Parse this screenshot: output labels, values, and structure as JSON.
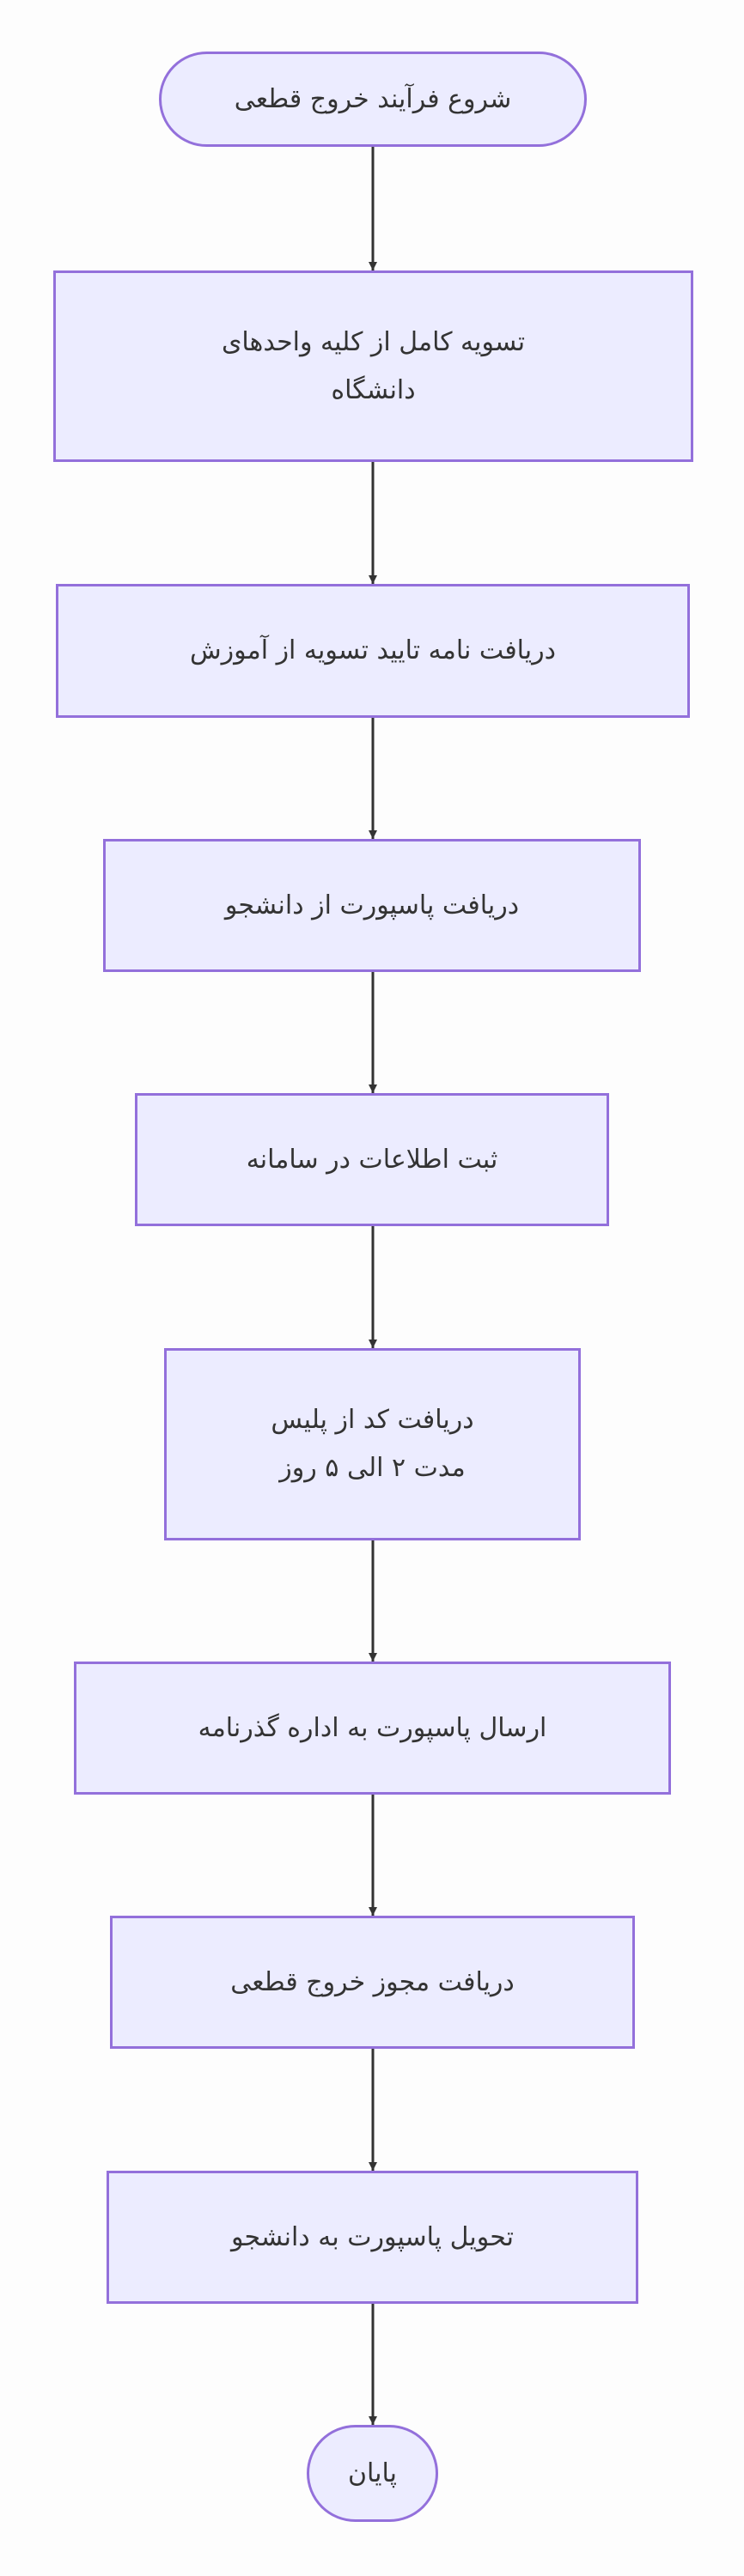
{
  "diagram": {
    "type": "flowchart",
    "colors": {
      "node_fill": "#ececff",
      "node_stroke": "#9370db",
      "edge": "#333333",
      "text": "#333333"
    },
    "nodes": [
      {
        "id": "start",
        "shape": "stadium",
        "label": "شروع فرآیند خروج قطعی"
      },
      {
        "id": "s1",
        "shape": "rect",
        "label": "تسویه کامل از کلیه واحدهای\nدانشگاه"
      },
      {
        "id": "s2",
        "shape": "rect",
        "label": "دریافت نامه تایید تسویه از آموزش"
      },
      {
        "id": "s3",
        "shape": "rect",
        "label": "دریافت پاسپورت از دانشجو"
      },
      {
        "id": "s4",
        "shape": "rect",
        "label": "ثبت اطلاعات در سامانه"
      },
      {
        "id": "s5",
        "shape": "rect",
        "label": "دریافت کد از پلیس\nمدت ۲ الی ۵ روز"
      },
      {
        "id": "s6",
        "shape": "rect",
        "label": "ارسال پاسپورت به اداره گذرنامه"
      },
      {
        "id": "s7",
        "shape": "rect",
        "label": "دریافت مجوز خروج قطعی"
      },
      {
        "id": "s8",
        "shape": "rect",
        "label": "تحویل پاسپورت به دانشجو"
      },
      {
        "id": "end",
        "shape": "stadium",
        "label": "پایان"
      }
    ],
    "edges": [
      [
        "start",
        "s1"
      ],
      [
        "s1",
        "s2"
      ],
      [
        "s2",
        "s3"
      ],
      [
        "s3",
        "s4"
      ],
      [
        "s4",
        "s5"
      ],
      [
        "s5",
        "s6"
      ],
      [
        "s6",
        "s7"
      ],
      [
        "s7",
        "s8"
      ],
      [
        "s8",
        "end"
      ]
    ]
  }
}
